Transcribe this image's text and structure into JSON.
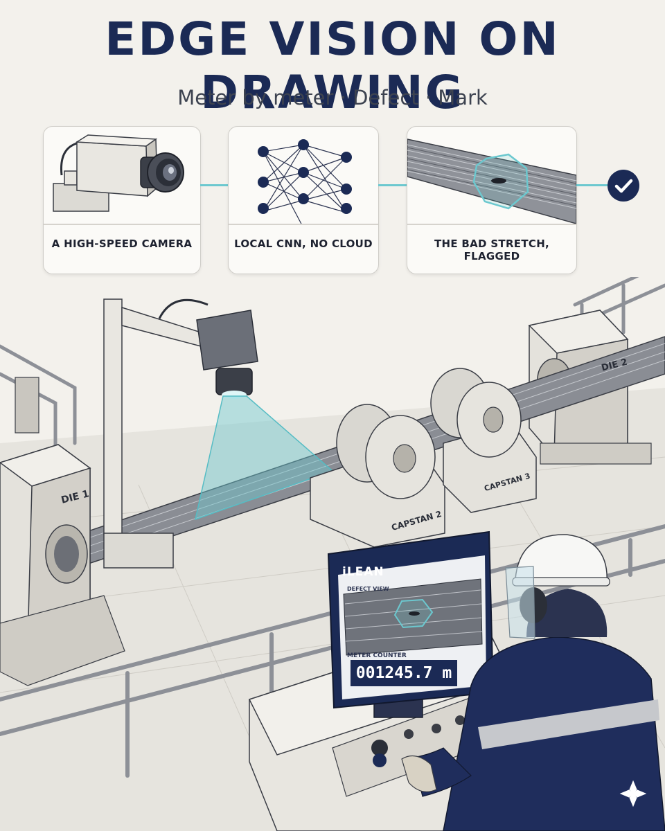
{
  "header": {
    "title": "EDGE VISION ON DRAWING",
    "subtitle": "Meter by meter · Defect · Mark"
  },
  "steps": [
    {
      "label": "A HIGH-SPEED CAMERA",
      "icon": "camera-icon"
    },
    {
      "label": "LOCAL CNN, NO CLOUD",
      "icon": "neural-network-icon"
    },
    {
      "label": "THE BAD STRETCH, FLAGGED",
      "icon": "flagged-wire-icon"
    }
  ],
  "result_icon": "checkmark-icon",
  "scene": {
    "die_1": "DIE 1",
    "die_2": "DIE 2",
    "capstan_2": "CAPSTAN 2",
    "capstan_3": "CAPSTAN 3"
  },
  "monitor": {
    "brand": "iLEAN",
    "view_label": "DEFECT VIEW",
    "counter_label": "METER COUNTER",
    "counter_value": "001245.7 m"
  },
  "colors": {
    "navy": "#1b2a55",
    "teal": "#6cc8cf",
    "background": "#f3f1ec"
  }
}
